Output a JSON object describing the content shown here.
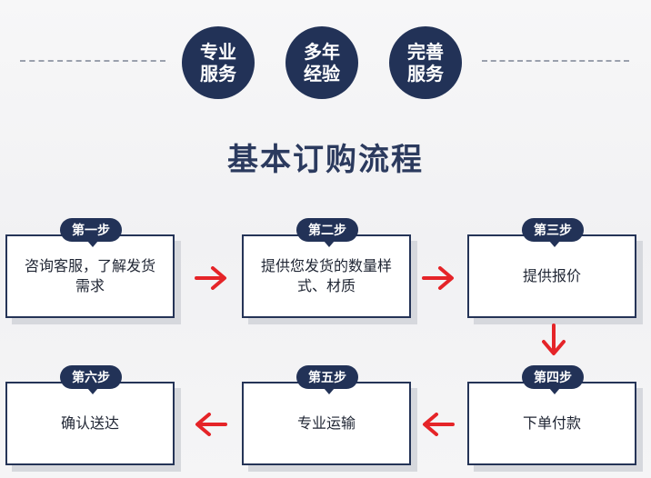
{
  "header": {
    "badges": [
      {
        "line1": "专业",
        "line2": "服务"
      },
      {
        "line1": "多年",
        "line2": "经验"
      },
      {
        "line1": "完善",
        "line2": "服务"
      }
    ],
    "title": "基本订购流程"
  },
  "steps": [
    {
      "label": "第一步",
      "text": "咨询客服，了解发货需求"
    },
    {
      "label": "第二步",
      "text": "提供您发货的数量样式、材质"
    },
    {
      "label": "第三步",
      "text": "提供报价"
    },
    {
      "label": "第四步",
      "text": "下单付款"
    },
    {
      "label": "第五步",
      "text": "专业运输"
    },
    {
      "label": "第六步",
      "text": "确认送达"
    }
  ],
  "colors": {
    "navy": "#223257",
    "arrow_red": "#e52428"
  }
}
